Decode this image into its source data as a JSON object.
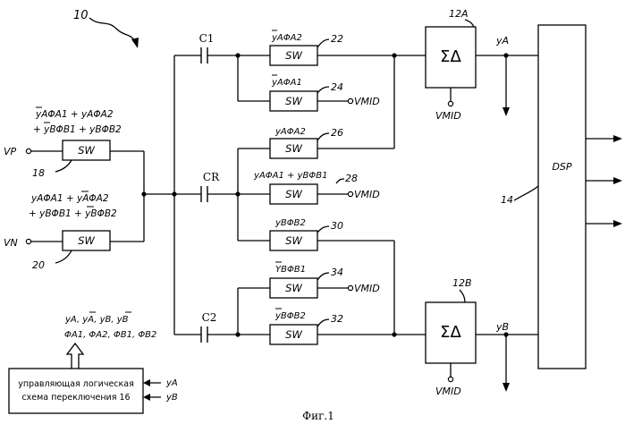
{
  "ref_main": "10",
  "terminals": {
    "vp": "VP",
    "vn": "VN"
  },
  "eq": {
    "vp_line1": "yAΦA1 + yAΦA2",
    "vp_line2": "+ yBΦB1 + yBΦB2",
    "vn_line1": "yAΦA1 + yAΦA2",
    "vn_line2": "+ yBΦB1 + yBΦB2"
  },
  "switch_text": "SW",
  "refs": {
    "sw18": "18",
    "sw20": "20",
    "sw22": "22",
    "sw24": "24",
    "sw26": "26",
    "sw28": "28",
    "sw30": "30",
    "sw34": "34",
    "sw32": "32",
    "mod_a": "12A",
    "mod_b": "12B",
    "dsp": "14"
  },
  "caps": {
    "c1": "C1",
    "cr": "CR",
    "c2": "C2"
  },
  "switch_labels": {
    "s22": "yAΦA2",
    "s24": "yAΦA1",
    "s26": "yAΦA2",
    "s28": "yAΦA1 + yBΦB1",
    "s30": "yBΦB2",
    "s34": "YBΦB1",
    "s32": "yBΦB2"
  },
  "vmid": "VMID",
  "outputs": {
    "ya": "yA",
    "yb": "yB"
  },
  "dsp_label": "DSP",
  "control": {
    "line1": "управляющая логическая",
    "line2": "схема переключения 16",
    "sig_ya": "yA",
    "sig_yb": "yB",
    "out_line1": "yA, yA, yB, yB",
    "out_line2": "ΦA1, ΦA2, ΦB1, ΦB2"
  },
  "caption": "Фиг.1"
}
